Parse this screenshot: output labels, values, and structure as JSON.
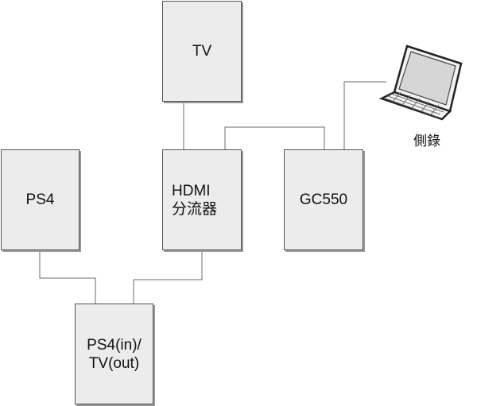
{
  "boxes": {
    "tv": "TV",
    "ps4": "PS4",
    "hdmi_splitter": [
      "HDMI",
      "分流器"
    ],
    "gc550": "GC550",
    "capture_input": [
      "PS4(in)/",
      "TV(out)"
    ]
  },
  "laptop": {
    "icon": "laptop-icon",
    "label": "側錄"
  },
  "connections": [
    [
      "tv",
      "hdmi_splitter"
    ],
    [
      "hdmi_splitter",
      "gc550"
    ],
    [
      "gc550",
      "laptop"
    ],
    [
      "ps4",
      "capture_input"
    ],
    [
      "hdmi_splitter",
      "capture_input"
    ]
  ],
  "colors": {
    "box_fill": "#ececec",
    "box_border": "#555555",
    "wire": "#6b6b6b"
  }
}
